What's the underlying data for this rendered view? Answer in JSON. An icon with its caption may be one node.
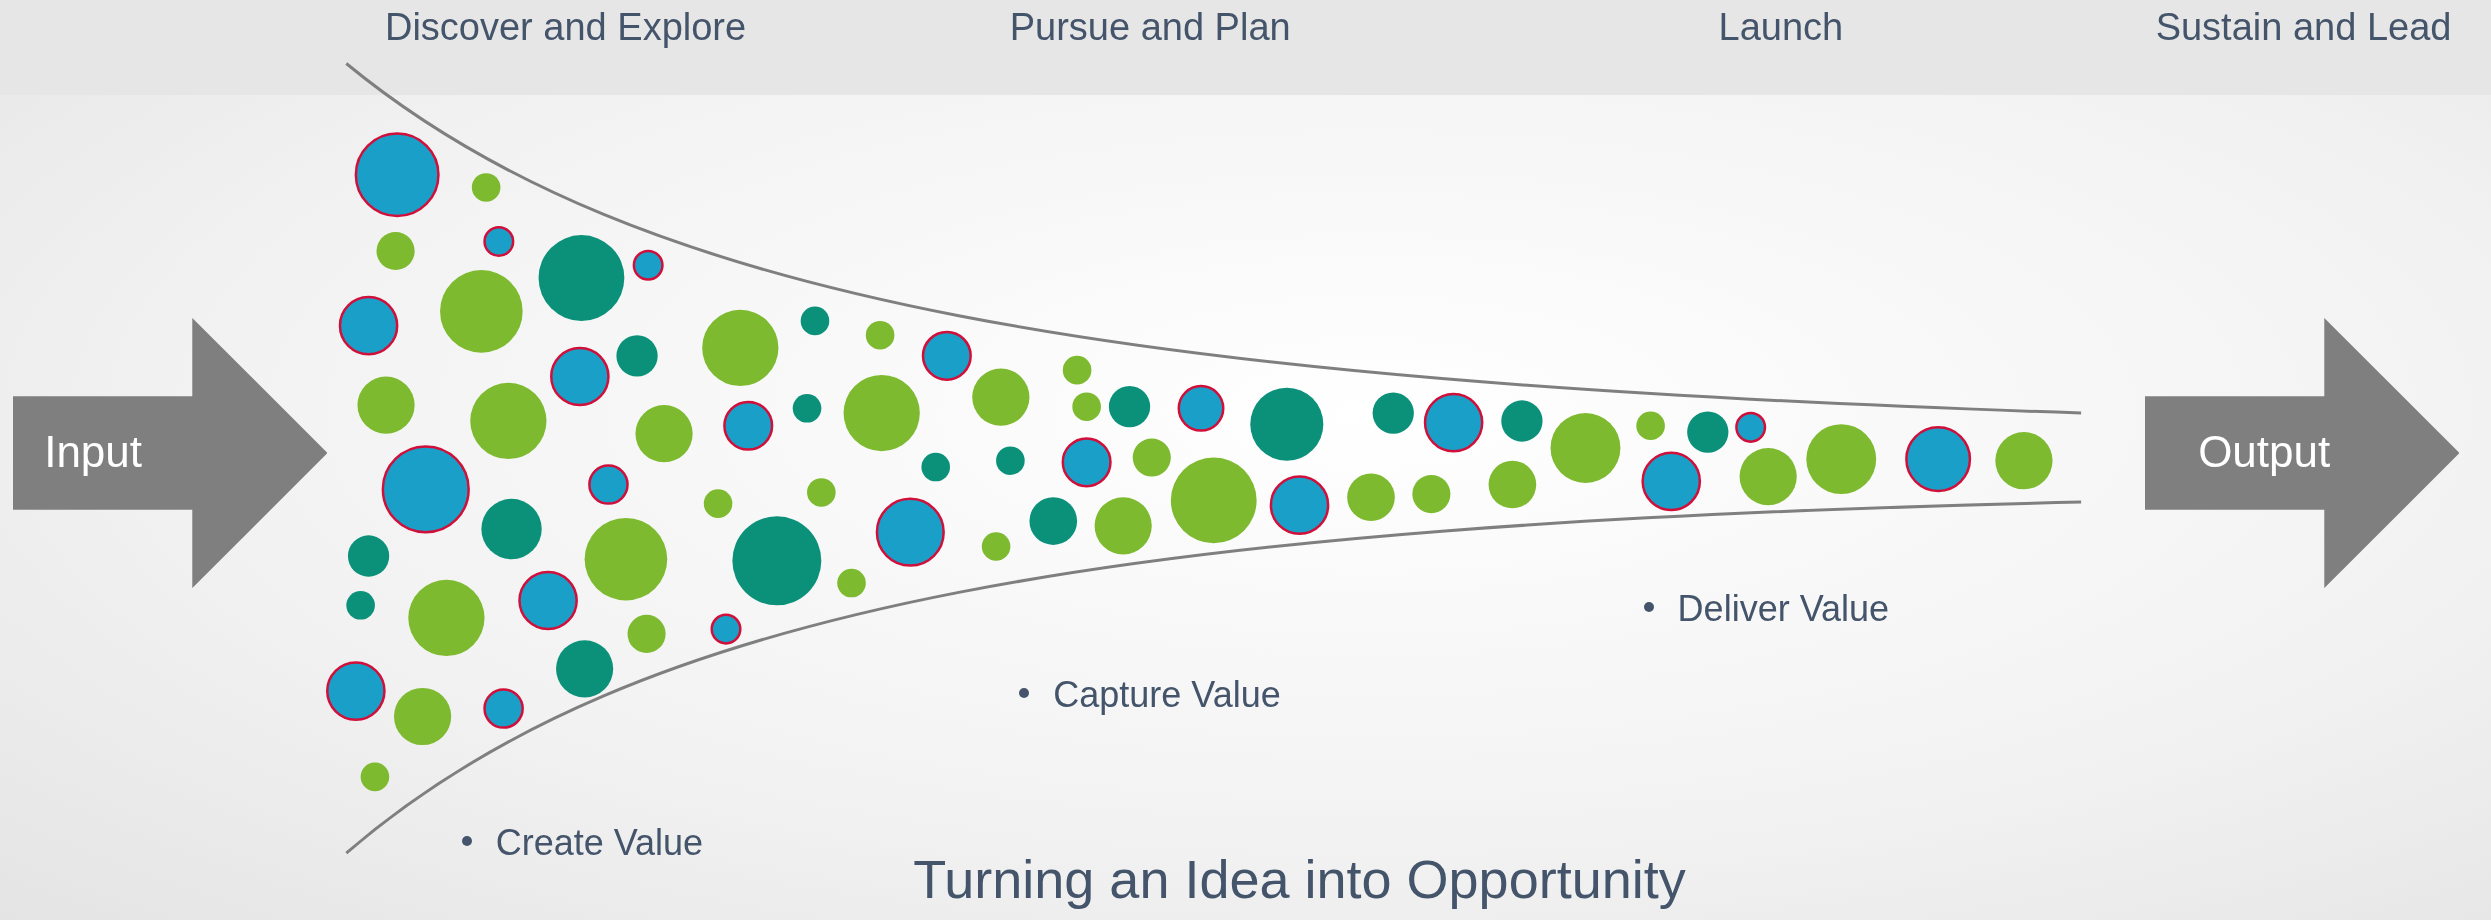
{
  "diagram": {
    "caption": "Turning an Idea into Opportunity",
    "nodes": [
      {
        "text": [
          "Input"
        ]
      },
      {
        "text": [
          "Output"
        ]
      }
    ],
    "labels": [
      "Discover and Explore",
      "Pursue and Plan",
      "Launch",
      "Sustain and Lead",
      "Create Value",
      "Capture Value",
      "Deliver Value"
    ]
  }
}
